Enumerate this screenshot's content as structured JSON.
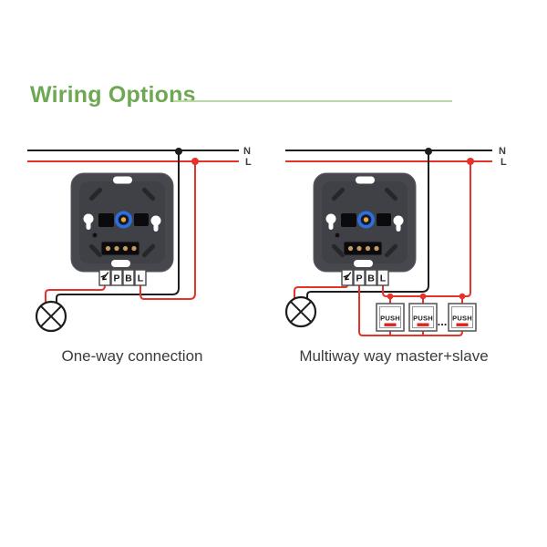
{
  "header": {
    "title": "Wiring Options"
  },
  "colors": {
    "title_green": "#6fa853",
    "divider_green": "#b8d8a6",
    "wire_red": "#e5332c",
    "wire_black": "#1d1d1d",
    "device_gray": "#46484e",
    "knob_blue": "#2e6fe0",
    "knob_amber": "#eda63e",
    "terminal_gold": "#c79a5f",
    "push_red": "#d9231f",
    "caption_gray": "#3b3b3b"
  },
  "left_diagram": {
    "neutral_label": "N",
    "live_label": "L",
    "terminal_icon": "dimmer-load-arrow-icon",
    "terminal_labels": {
      "p": "P",
      "b": "B",
      "l": "L"
    },
    "caption": "One-way connection"
  },
  "right_diagram": {
    "neutral_label": "N",
    "live_label": "L",
    "terminal_icon": "dimmer-load-arrow-icon",
    "terminal_labels": {
      "p": "P",
      "b": "B",
      "l": "L"
    },
    "push_label": "PUSH",
    "ellipsis": "...",
    "caption": "Multiway way master+slave"
  }
}
